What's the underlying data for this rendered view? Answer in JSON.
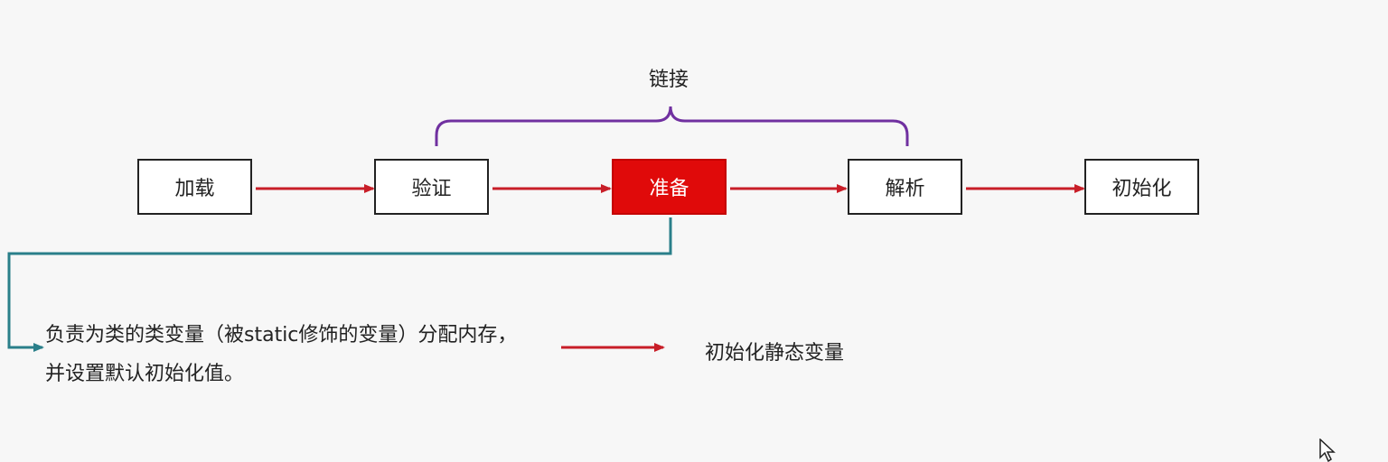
{
  "diagram": {
    "group_label": "链接",
    "stages": [
      {
        "id": "load",
        "label": "加载"
      },
      {
        "id": "verify",
        "label": "验证"
      },
      {
        "id": "prepare",
        "label": "准备"
      },
      {
        "id": "resolve",
        "label": "解析"
      },
      {
        "id": "init",
        "label": "初始化"
      }
    ],
    "active_stage": "prepare",
    "note": {
      "line1": "负责为类的类变量（被static修饰的变量）分配内存，",
      "line2": "并设置默认初始化值。",
      "result": "初始化静态变量"
    },
    "colors": {
      "arrow": "#c81e28",
      "bracket": "#7030a0",
      "connector": "#2a7f8a",
      "active_fill": "#e00a0a"
    }
  }
}
